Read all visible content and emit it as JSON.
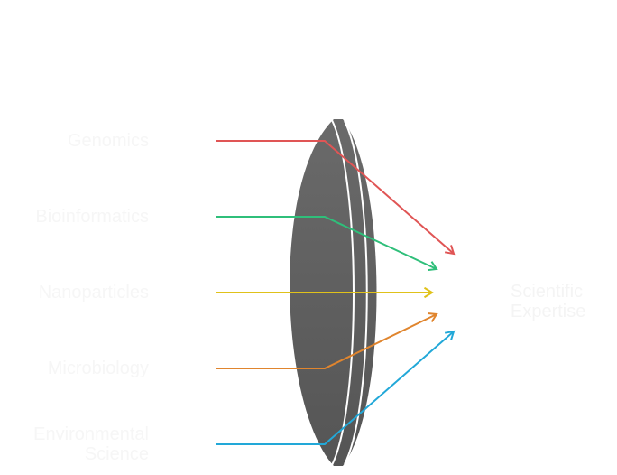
{
  "diagram": {
    "type": "lens-convergence",
    "lens_color": "#5f5f5f",
    "target_label": "Scientific Expertise",
    "inputs": [
      {
        "label": "Genomics",
        "color": "#e05555"
      },
      {
        "label": "Bioinformatics",
        "color": "#2fbf7a"
      },
      {
        "label": "Nanoparticles",
        "color": "#e0c21a"
      },
      {
        "label": "Microbiology",
        "color": "#e0852e"
      },
      {
        "label": "Environmental Science",
        "color": "#22a8d8"
      }
    ]
  }
}
